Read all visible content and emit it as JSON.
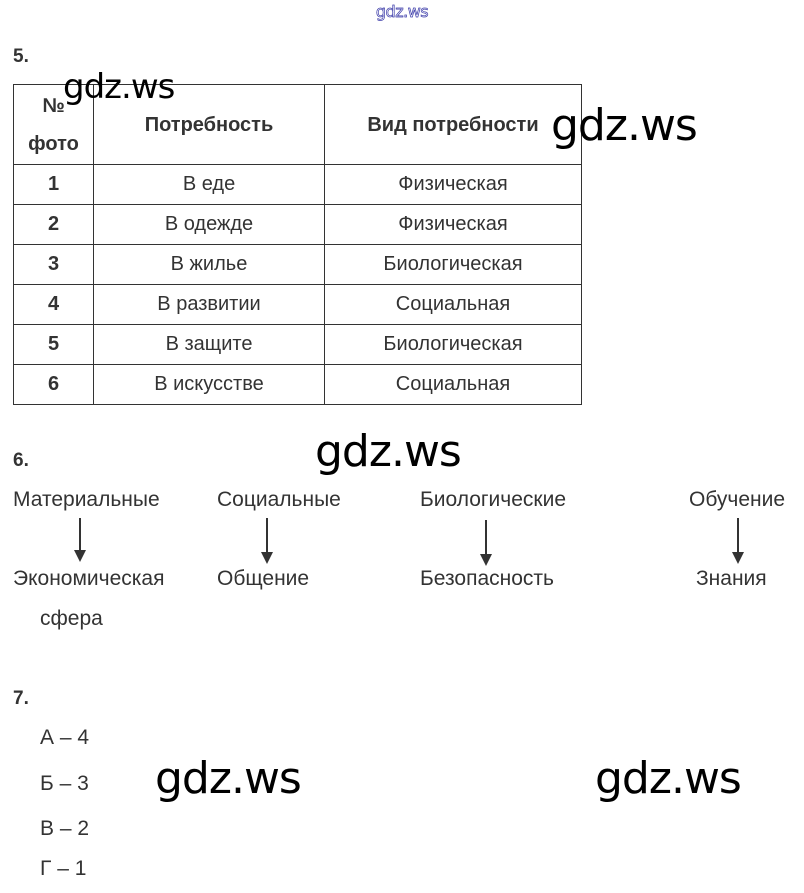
{
  "header_watermark": "gdz.ws",
  "watermarks": [
    "gdz.ws",
    "gdz.ws",
    "gdz.ws",
    "gdz.ws",
    "gdz.ws"
  ],
  "task5": {
    "number": "5.",
    "headers": [
      "№ фото",
      "Потребность",
      "Вид потребности"
    ],
    "header_no_line1": "№",
    "header_no_line2": "фото",
    "rows": [
      {
        "no": "1",
        "need": "В еде",
        "type": "Физическая"
      },
      {
        "no": "2",
        "need": "В одежде",
        "type": "Физическая"
      },
      {
        "no": "3",
        "need": "В жилье",
        "type": "Биологическая"
      },
      {
        "no": "4",
        "need": "В развитии",
        "type": "Социальная"
      },
      {
        "no": "5",
        "need": "В защите",
        "type": "Биологическая"
      },
      {
        "no": "6",
        "need": "В искусстве",
        "type": "Социальная"
      }
    ]
  },
  "task6": {
    "number": "6.",
    "pairs": [
      {
        "top": "Материальные",
        "bottom": "Экономическая",
        "bottom2": "сфера"
      },
      {
        "top": "Социальные",
        "bottom": "Общение"
      },
      {
        "top": "Биологические",
        "bottom": "Безопасность"
      },
      {
        "top": "Обучение",
        "bottom": "Знания"
      }
    ]
  },
  "task7": {
    "number": "7.",
    "answers": [
      "А – 4",
      "Б – 3",
      "В – 2",
      "Г – 1"
    ]
  }
}
